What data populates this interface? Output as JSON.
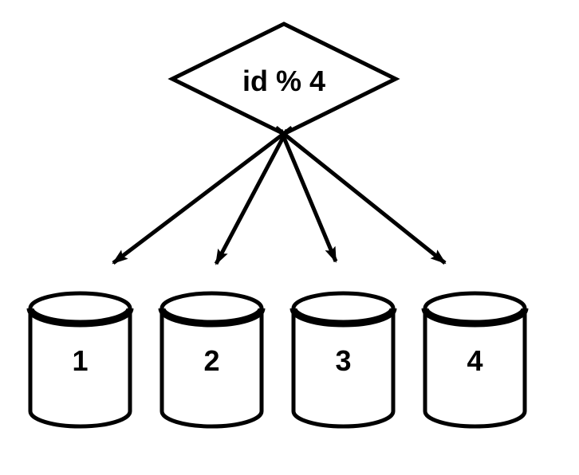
{
  "diagram": {
    "decision_node": {
      "label": "id % 4",
      "shape": "diamond"
    },
    "shards": [
      {
        "label": "1",
        "shape": "database-cylinder"
      },
      {
        "label": "2",
        "shape": "database-cylinder"
      },
      {
        "label": "3",
        "shape": "database-cylinder"
      },
      {
        "label": "4",
        "shape": "database-cylinder"
      }
    ],
    "edges": [
      {
        "from": "id % 4",
        "to": "1",
        "style": "arrow"
      },
      {
        "from": "id % 4",
        "to": "2",
        "style": "arrow"
      },
      {
        "from": "id % 4",
        "to": "3",
        "style": "arrow"
      },
      {
        "from": "id % 4",
        "to": "4",
        "style": "arrow"
      }
    ],
    "colors": {
      "stroke": "#000000",
      "fill": "#ffffff",
      "background": "#ffffff"
    }
  }
}
